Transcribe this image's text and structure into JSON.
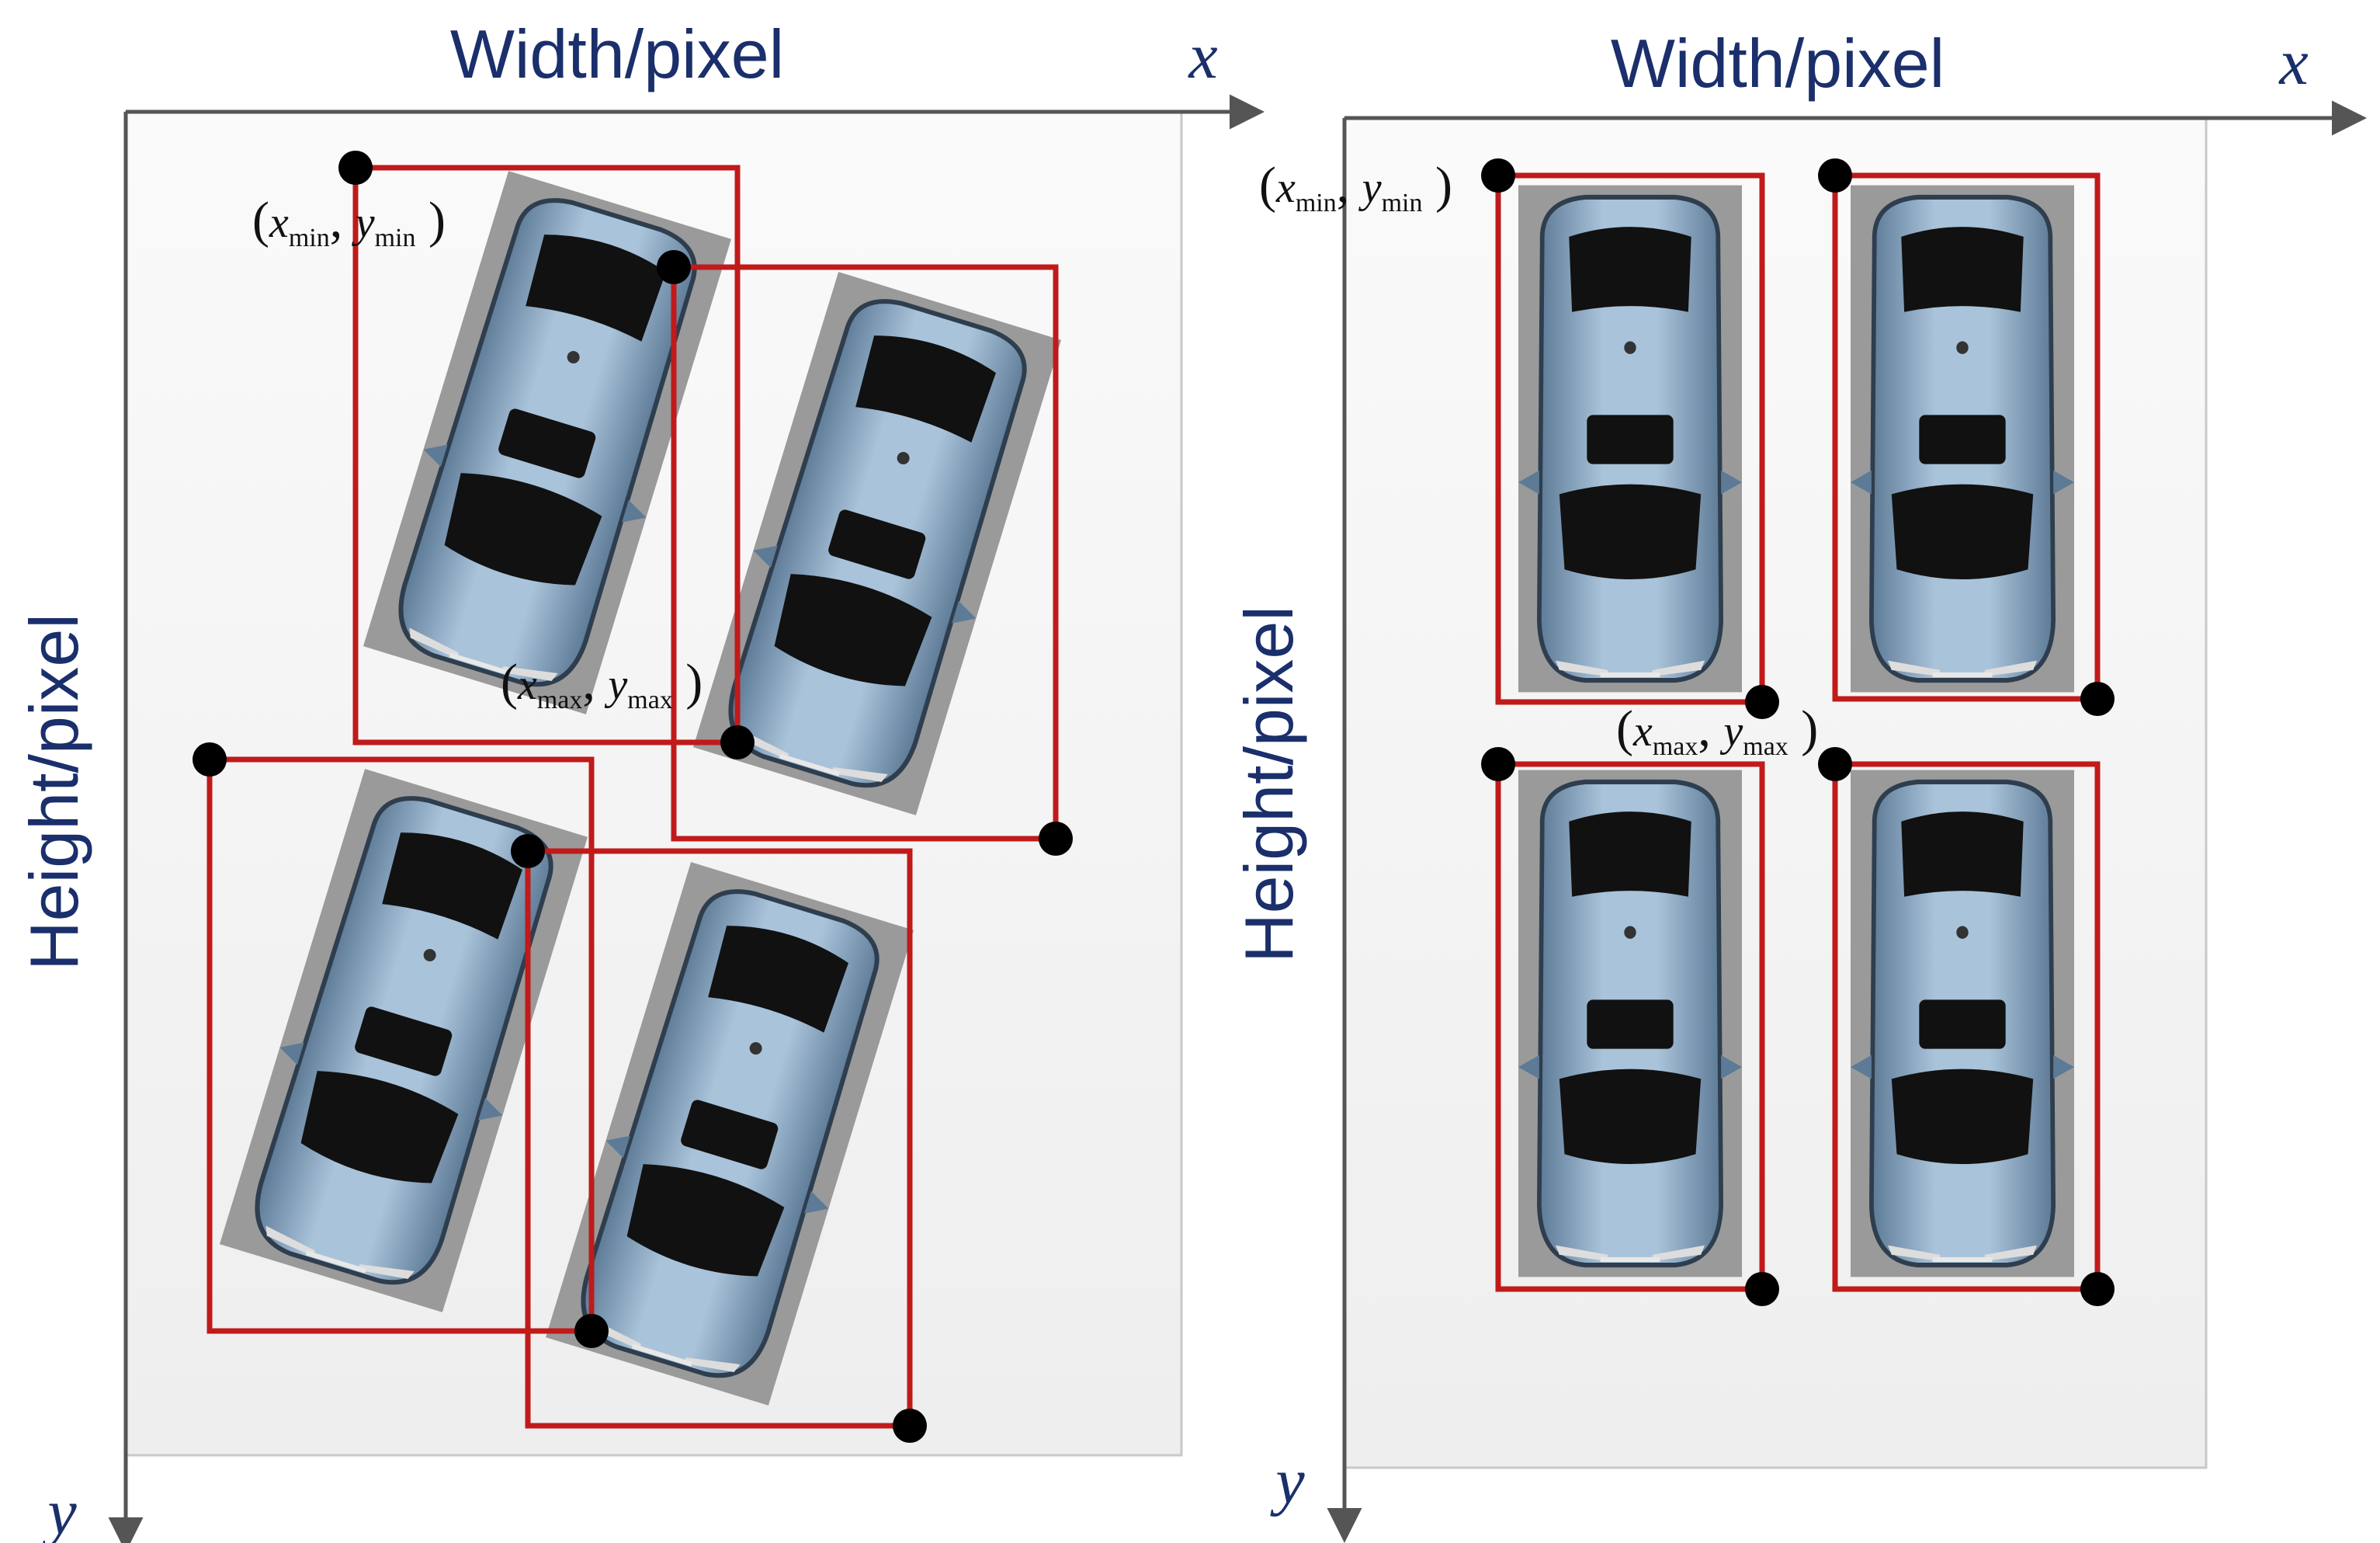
{
  "panels": {
    "left": {
      "x_title": "Width/pixel",
      "y_title": "Height/pixel",
      "x_var": "x",
      "y_var": "y",
      "min_label": {
        "var_x": "x",
        "sub_x": "min",
        "var_y": "y",
        "sub_y": "min"
      },
      "max_label": {
        "var_x": "x",
        "sub_x": "max",
        "var_y": "y",
        "sub_y": "max"
      }
    },
    "right": {
      "x_title": "Width/pixel",
      "y_title": "Height/pixel",
      "x_var": "x",
      "y_var": "y",
      "min_label": {
        "var_x": "x",
        "sub_x": "min",
        "var_y": "y",
        "sub_y": "min"
      },
      "max_label": {
        "var_x": "x",
        "sub_x": "max",
        "var_y": "y",
        "sub_y": "max"
      }
    }
  },
  "colors": {
    "axis": "#555555",
    "axis_text": "#1a2f6b",
    "box": "#c01a1a",
    "corner_dot": "#000000",
    "panel_fill": "#f4f4f4",
    "car_backdrop": "#9a9a9a",
    "car_body": "#8fb0cc"
  },
  "icons": {
    "car": "car-top-view-icon",
    "corner": "corner-point-icon"
  }
}
